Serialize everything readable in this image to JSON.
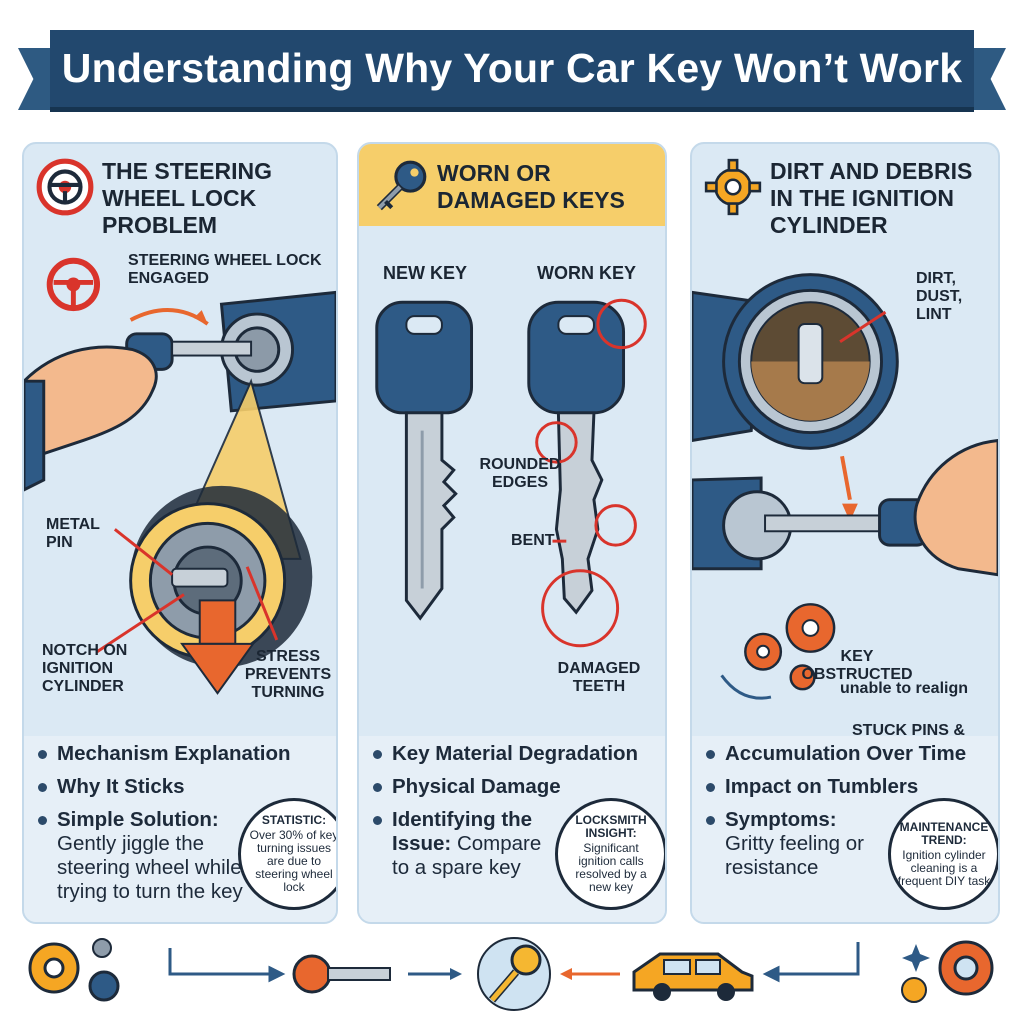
{
  "title": "Understanding Why Your Car Key Won’t Work",
  "panels": [
    {
      "heading": "The Steering Wheel Lock Problem",
      "head_icon": "steering-wheel-icon",
      "labels": {
        "lock": "Steering Wheel Lock Engaged",
        "pin": "Metal Pin",
        "notch": "Notch on Ignition Cylinder",
        "stress": "Stress Prevents Turning"
      },
      "bullets": [
        {
          "bold": "Mechanism Explanation",
          "body": ""
        },
        {
          "bold": "Why It Sticks",
          "body": ""
        },
        {
          "bold": "Simple Solution:",
          "body": "Gently jiggle the steering wheel while trying to turn the key"
        }
      ],
      "callout": {
        "title": "Statistic:",
        "body": "Over 30% of key turning issues are due to steering wheel lock"
      }
    },
    {
      "heading": "Worn or Damaged Keys",
      "head_icon": "key-icon",
      "labels": {
        "new_key": "New Key",
        "worn_key": "Worn Key",
        "rounded": "Rounded Edges",
        "bent": "Bent",
        "teeth": "Damaged Teeth"
      },
      "bullets": [
        {
          "bold": "Key Material Degradation",
          "body": ""
        },
        {
          "bold": "Physical Damage",
          "body": ""
        },
        {
          "bold": "Identifying the Issue:",
          "body": "Compare to a spare key"
        }
      ],
      "callout": {
        "title": "Locksmith Insight:",
        "body": "Significant ignition calls resolved by a new key"
      }
    },
    {
      "heading": "Dirt and Debris in the Ignition Cylinder",
      "head_icon": "gear-icon",
      "labels": {
        "dirt": "Dirt, Dust, Lint",
        "obstructed": "Key Obstructed",
        "stuck": "Stuck Pins & Tumblers",
        "realign": "unable to realign"
      },
      "bullets": [
        {
          "bold": "Accumulation Over Time",
          "body": ""
        },
        {
          "bold": "Impact on Tumblers",
          "body": ""
        },
        {
          "bold": "Symptoms:",
          "body": "Gritty feeling or resistance"
        }
      ],
      "callout": {
        "title": "Maintenance Trend:",
        "body": "Ignition cylinder cleaning is a frequent DIY task"
      }
    }
  ],
  "colors": {
    "banner": "#22486e",
    "panel_bg": "#dbe9f4",
    "accent_yellow": "#f6ce6a",
    "accent_orange": "#e8672e",
    "accent_red": "#d9342b",
    "key_blue": "#2e5a86"
  },
  "footer_icons": [
    "gear-icon",
    "arrow-icon",
    "key-icon",
    "key-icon",
    "car-icon",
    "sparkle-gear-icon"
  ]
}
